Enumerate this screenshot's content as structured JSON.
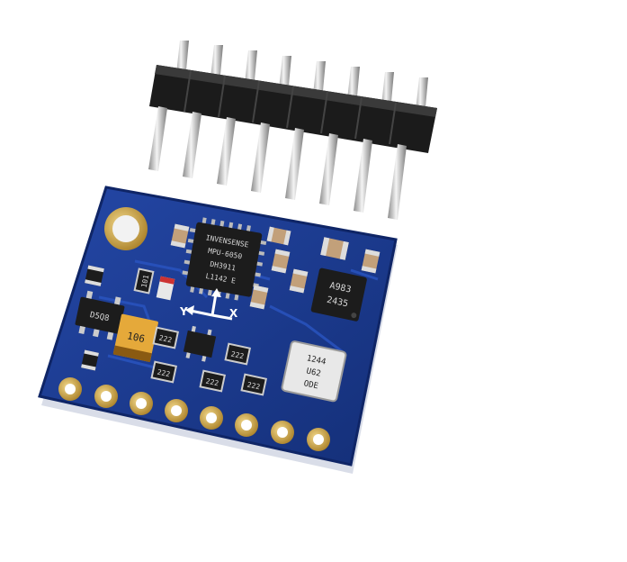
{
  "imu_chip": {
    "lines": [
      "INVENSENSE",
      "MPU-6050",
      "DH3911",
      "L1142 E"
    ]
  },
  "mag_chip": {
    "lines": [
      "A983",
      "2435"
    ]
  },
  "barometer": {
    "lines": [
      "1244",
      "U62",
      "ODE"
    ]
  },
  "axes": {
    "y_label": "Y",
    "x_label": "X"
  },
  "resistor_codes": {
    "r1": "222",
    "r2": "222",
    "r3": "222",
    "r4": "222",
    "r5": "222",
    "r6": "101"
  },
  "regulator": {
    "label": "D5Q8"
  },
  "tantalum_cap": {
    "label": "106"
  },
  "header_pins": {
    "count": 8
  },
  "colors": {
    "pcb": "#1a3a8c",
    "pcb_edge": "#0f2566",
    "gold": "#c9a24a",
    "header_plastic": "#1b1b1b",
    "pin_metal": "#c8c8c8",
    "chip": "#1c1c1c",
    "tantalum": "#e5a93a"
  }
}
